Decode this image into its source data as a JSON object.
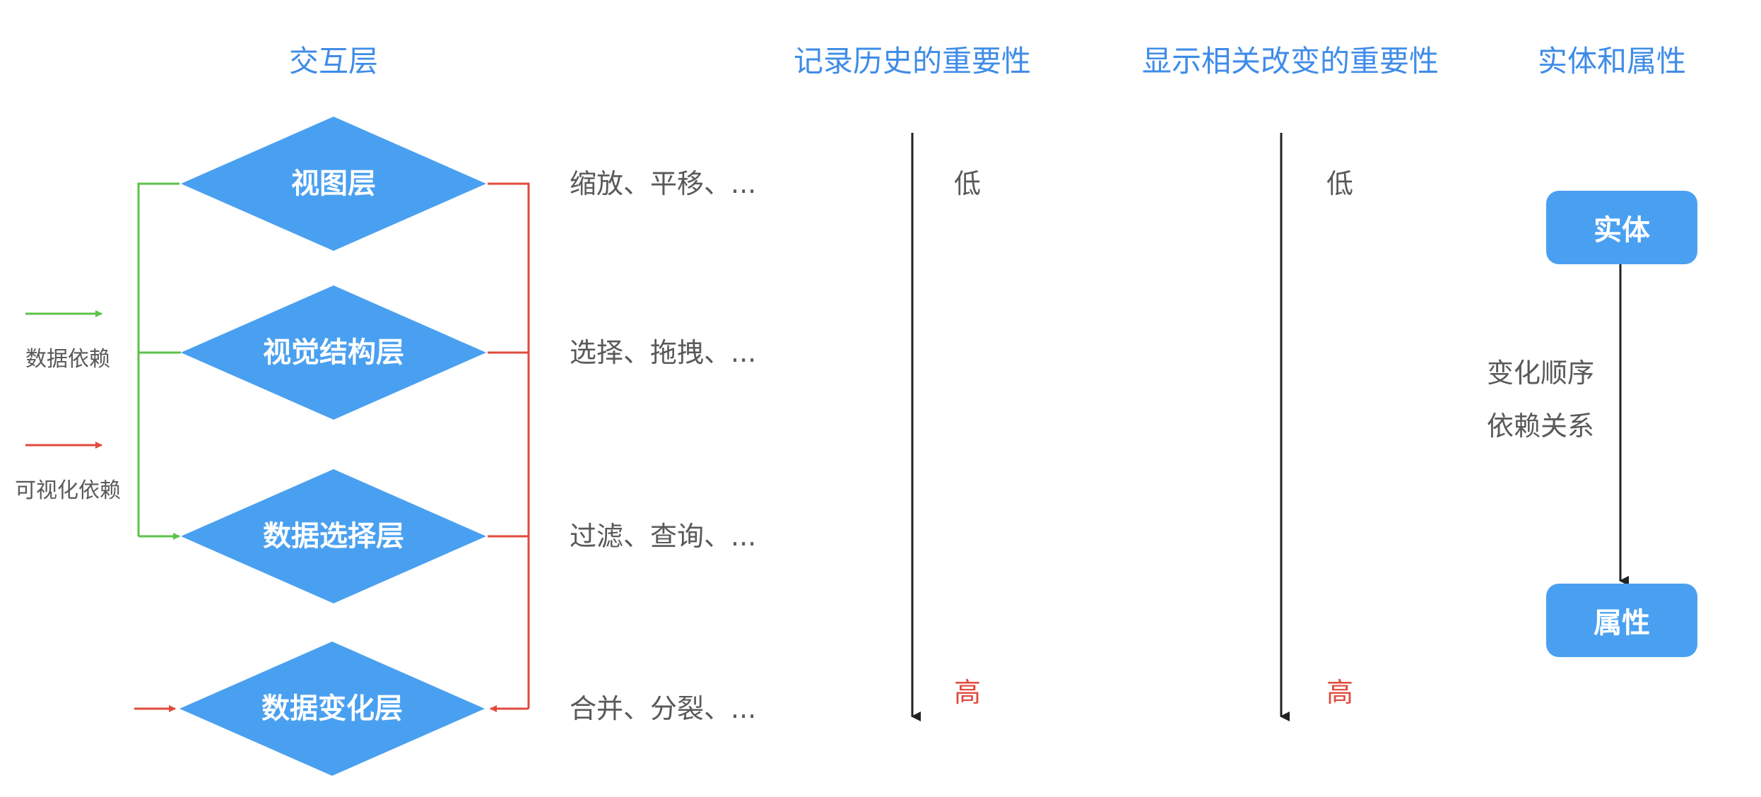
{
  "headers": {
    "interaction_layer": "交互层",
    "history_importance": "记录历史的重要性",
    "change_importance": "显示相关改变的重要性",
    "entity_attribute": "实体和属性"
  },
  "layers": [
    {
      "label": "视图层",
      "actions": "缩放、平移、..."
    },
    {
      "label": "视觉结构层",
      "actions": "选择、拖拽、..."
    },
    {
      "label": "数据选择层",
      "actions": "过滤、查询、..."
    },
    {
      "label": "数据变化层",
      "actions": "合并、分裂、..."
    }
  ],
  "legend": {
    "data_dependency": "数据依赖",
    "visual_dependency": "可视化依赖"
  },
  "scales": {
    "history": {
      "low": "低",
      "high": "高"
    },
    "change": {
      "low": "低",
      "high": "高"
    }
  },
  "entity": {
    "entity_label": "实体",
    "attribute_label": "属性",
    "change_order": "变化顺序",
    "dependency_relation": "依赖关系"
  },
  "colors": {
    "diamond_fill": "#4aa0f0",
    "header_text": "#3f8ce8",
    "data_dependency_arrow": "#5cc24a",
    "visual_dependency_arrow": "#e04a3d",
    "high_text": "#e04a3d",
    "axis_line": "#222222"
  }
}
